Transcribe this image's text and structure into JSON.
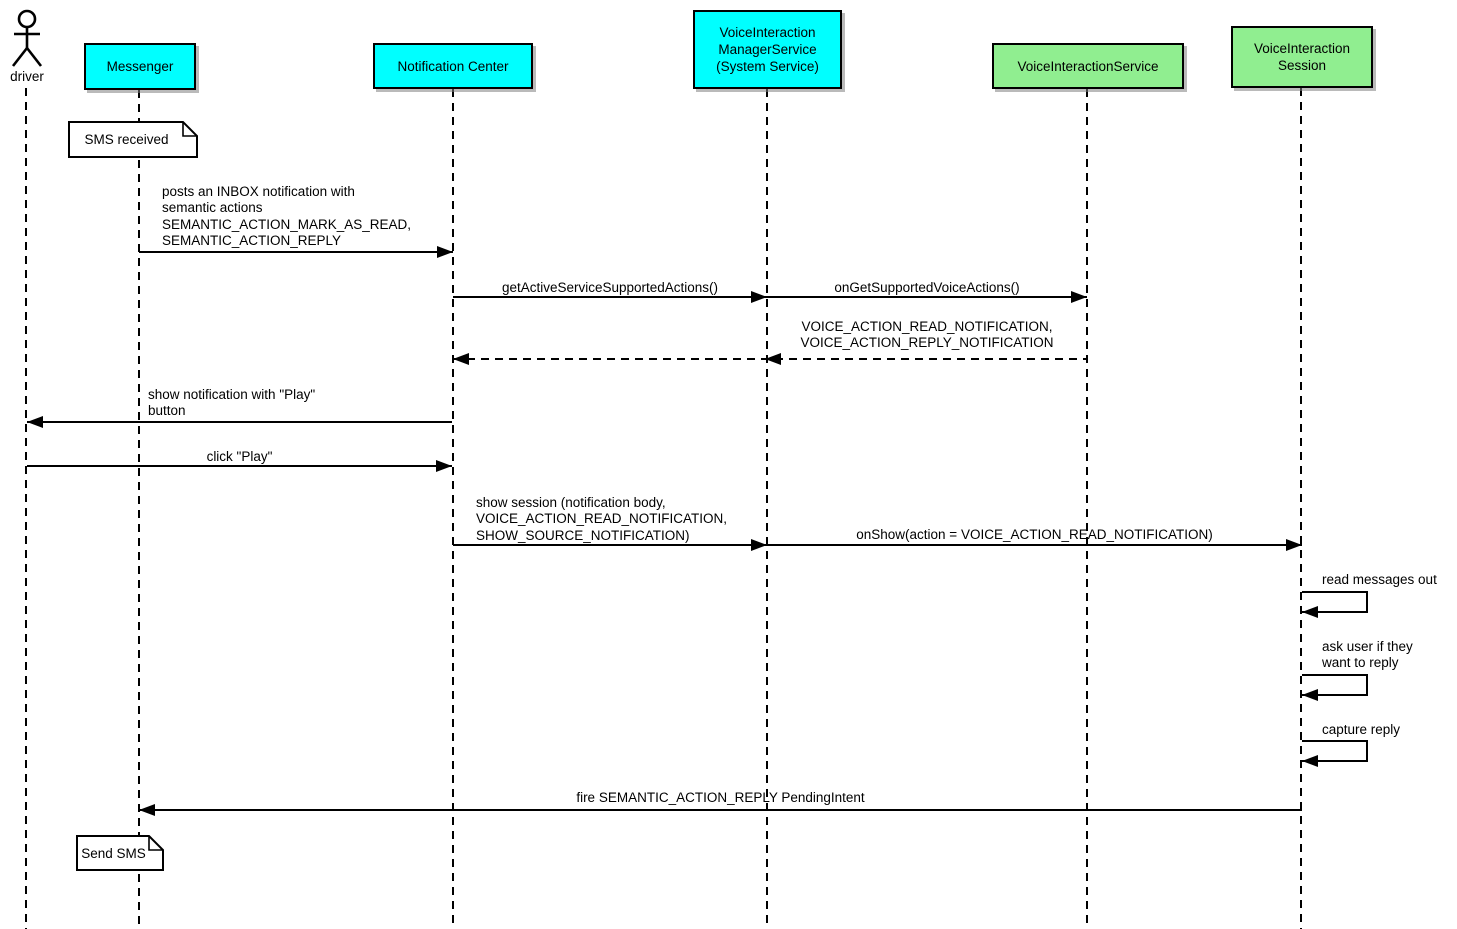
{
  "diagram": {
    "actor": {
      "label": "driver"
    },
    "participants": [
      {
        "id": "messenger",
        "label": "Messenger",
        "color": "#00ffff"
      },
      {
        "id": "notification-center",
        "label": "Notification Center",
        "color": "#00ffff"
      },
      {
        "id": "voice-interaction-manager-service",
        "label": "VoiceInteraction\nManagerService\n(System Service)",
        "color": "#00ffff"
      },
      {
        "id": "voice-interaction-service",
        "label": "VoiceInteractionService",
        "color": "#90ee90"
      },
      {
        "id": "voice-interaction-session",
        "label": "VoiceInteraction\nSession",
        "color": "#90ee90"
      }
    ],
    "notes": [
      {
        "label": "SMS received"
      },
      {
        "label": "Send SMS"
      }
    ],
    "messages": [
      {
        "from": "Messenger",
        "to": "Notification Center",
        "style": "solid",
        "label": "posts an INBOX notification with\nsemantic actions\nSEMANTIC_ACTION_MARK_AS_READ,\nSEMANTIC_ACTION_REPLY"
      },
      {
        "from": "Notification Center",
        "to": "VoiceInteraction ManagerService (System Service)",
        "style": "solid",
        "label": "getActiveServiceSupportedActions()"
      },
      {
        "from": "VoiceInteraction ManagerService (System Service)",
        "to": "VoiceInteractionService",
        "style": "solid",
        "label": "onGetSupportedVoiceActions()"
      },
      {
        "from": "VoiceInteractionService",
        "to": "Notification Center",
        "style": "dashed-return",
        "label": "VOICE_ACTION_READ_NOTIFICATION,\nVOICE_ACTION_REPLY_NOTIFICATION"
      },
      {
        "from": "Notification Center",
        "to": "driver",
        "style": "solid",
        "label": "show notification with \"Play\"\nbutton"
      },
      {
        "from": "driver",
        "to": "Notification Center",
        "style": "solid",
        "label": "click \"Play\""
      },
      {
        "from": "Notification Center",
        "to": "VoiceInteraction ManagerService (System Service)",
        "style": "solid",
        "label": "show session (notification body,\nVOICE_ACTION_READ_NOTIFICATION,\nSHOW_SOURCE_NOTIFICATION)"
      },
      {
        "from": "VoiceInteraction ManagerService (System Service)",
        "to": "VoiceInteraction Session",
        "style": "solid",
        "label": "onShow(action = VOICE_ACTION_READ_NOTIFICATION)"
      },
      {
        "from": "VoiceInteraction Session",
        "to": "VoiceInteraction Session",
        "style": "self",
        "label": "read messages out"
      },
      {
        "from": "VoiceInteraction Session",
        "to": "VoiceInteraction Session",
        "style": "self",
        "label": "ask user if they\nwant to reply"
      },
      {
        "from": "VoiceInteraction Session",
        "to": "VoiceInteraction Session",
        "style": "self",
        "label": "capture reply"
      },
      {
        "from": "VoiceInteraction Session",
        "to": "Messenger",
        "style": "solid",
        "label": "fire SEMANTIC_ACTION_REPLY PendingIntent"
      }
    ],
    "colors": {
      "system_component": "#00ffff",
      "app_component": "#90ee90",
      "line": "#000000",
      "note_background": "#ffffff"
    }
  }
}
